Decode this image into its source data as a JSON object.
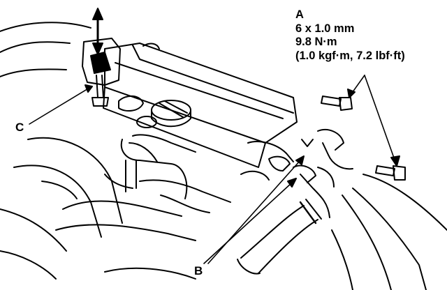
{
  "labels": {
    "a": {
      "letter": "A",
      "size": "6 x 1.0 mm",
      "torque_nm": "9.8 N·m",
      "torque_alt": "(1.0 kgf·m, 7.2 lbf·ft)"
    },
    "b": "B",
    "c": "C"
  },
  "colors": {
    "ink": "#000000",
    "paper": "#ffffff"
  }
}
